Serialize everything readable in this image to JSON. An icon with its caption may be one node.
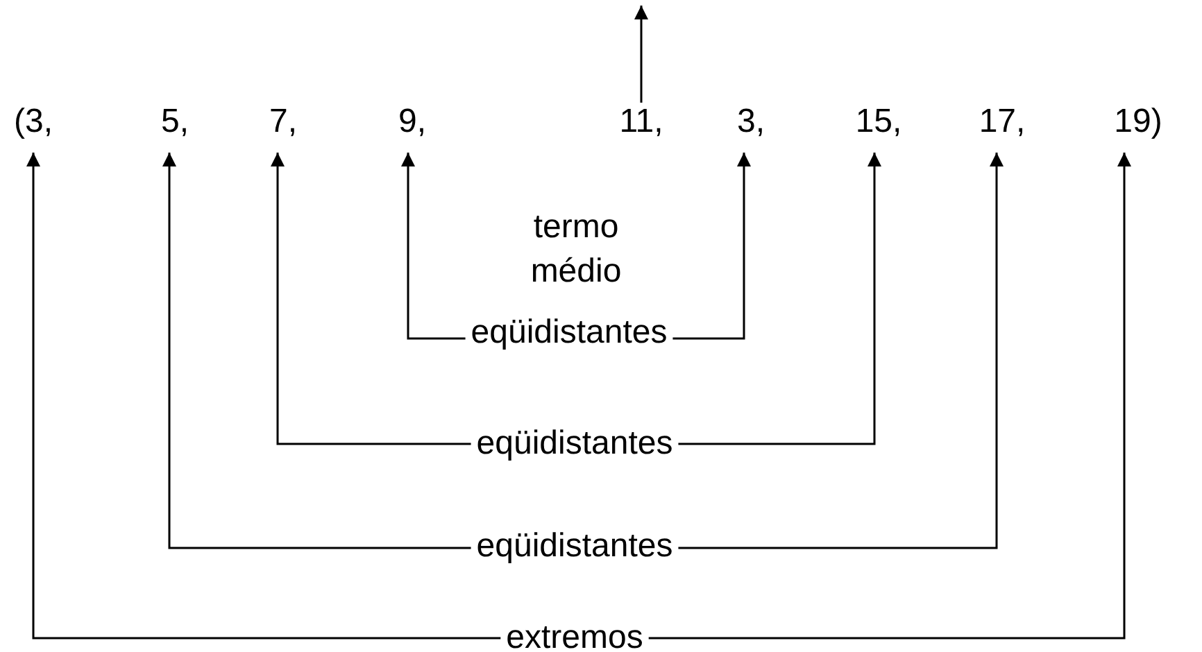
{
  "diagram": {
    "nodes": [
      {
        "text": [
          "(3,"
        ]
      },
      {
        "text": [
          "5,"
        ]
      },
      {
        "text": [
          "7,"
        ]
      },
      {
        "text": [
          "9,"
        ]
      },
      {
        "text": [
          "11,"
        ]
      },
      {
        "text": [
          "3,"
        ]
      },
      {
        "text": [
          "15,"
        ]
      },
      {
        "text": [
          "17,"
        ]
      },
      {
        "text": [
          "19)"
        ]
      },
      {
        "text": [
          "termo médio"
        ]
      },
      {
        "text": [
          "eqüidistantes"
        ]
      },
      {
        "text": [
          "eqüidistantes"
        ]
      },
      {
        "text": [
          "eqüidistantes"
        ]
      },
      {
        "text": [
          "extremos"
        ]
      }
    ],
    "edges": [
      {
        "from": 10,
        "to": 3,
        "arrow": "to"
      },
      {
        "from": 10,
        "to": 5,
        "arrow": "to"
      },
      {
        "from": 11,
        "to": 2,
        "arrow": "to"
      },
      {
        "from": 11,
        "to": 6,
        "arrow": "to"
      },
      {
        "from": 12,
        "to": 1,
        "arrow": "to"
      },
      {
        "from": 12,
        "to": 7,
        "arrow": "to"
      },
      {
        "from": 13,
        "to": 0,
        "arrow": "to"
      },
      {
        "from": 13,
        "to": 8,
        "arrow": "to"
      },
      {
        "from": 4,
        "to": null,
        "arrow": "to"
      }
    ]
  }
}
